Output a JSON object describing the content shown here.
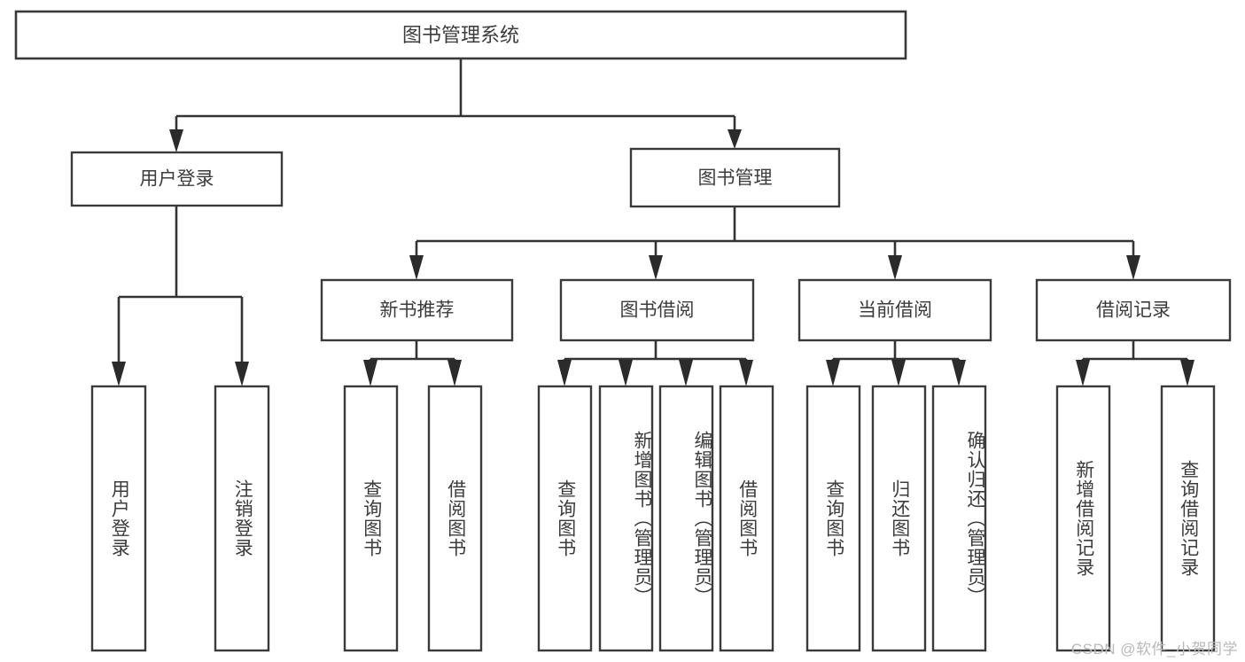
{
  "diagram": {
    "type": "tree",
    "title": "图书管理系统",
    "orientation": "top-down",
    "colors": {
      "background": "#ffffff",
      "box_stroke": "#3a3a3a",
      "connector": "#333333",
      "text": "#3c3c3c",
      "watermark": "#b9b9b9"
    },
    "root": {
      "label": "图书管理系统",
      "children": [
        {
          "label": "用户登录",
          "children": [
            {
              "label": "用户登录"
            },
            {
              "label": "注销登录"
            }
          ]
        },
        {
          "label": "图书管理",
          "children": [
            {
              "label": "新书推荐",
              "children": [
                {
                  "label": "查询图书"
                },
                {
                  "label": "借阅图书"
                }
              ]
            },
            {
              "label": "图书借阅",
              "children": [
                {
                  "label": "查询图书"
                },
                {
                  "label": "新增图书（管理员）"
                },
                {
                  "label": "编辑图书（管理员）"
                },
                {
                  "label": "借阅图书"
                }
              ]
            },
            {
              "label": "当前借阅",
              "children": [
                {
                  "label": "查询图书"
                },
                {
                  "label": "归还图书"
                },
                {
                  "label": "确认归还（管理员）"
                }
              ]
            },
            {
              "label": "借阅记录",
              "children": [
                {
                  "label": "新增借阅记录"
                },
                {
                  "label": "查询借阅记录"
                }
              ]
            }
          ]
        }
      ]
    }
  },
  "nodes": {
    "root": "图书管理系统",
    "user_login": "用户登录",
    "book_manage": "图书管理",
    "login_children": [
      "用户登录",
      "注销登录"
    ],
    "new_book": "新书推荐",
    "new_book_children": [
      "查询图书",
      "借阅图书"
    ],
    "book_borrow": "图书借阅",
    "book_borrow_children": [
      "查询图书",
      "新增图书（管理员）",
      "编辑图书（管理员）",
      "借阅图书"
    ],
    "current_borrow": "当前借阅",
    "current_borrow_children": [
      "查询图书",
      "归还图书",
      "确认归还（管理员）"
    ],
    "borrow_record": "借阅记录",
    "borrow_record_children": [
      "新增借阅记录",
      "查询借阅记录"
    ]
  },
  "watermark": {
    "text": "CSDN @软件_小贺同学"
  }
}
